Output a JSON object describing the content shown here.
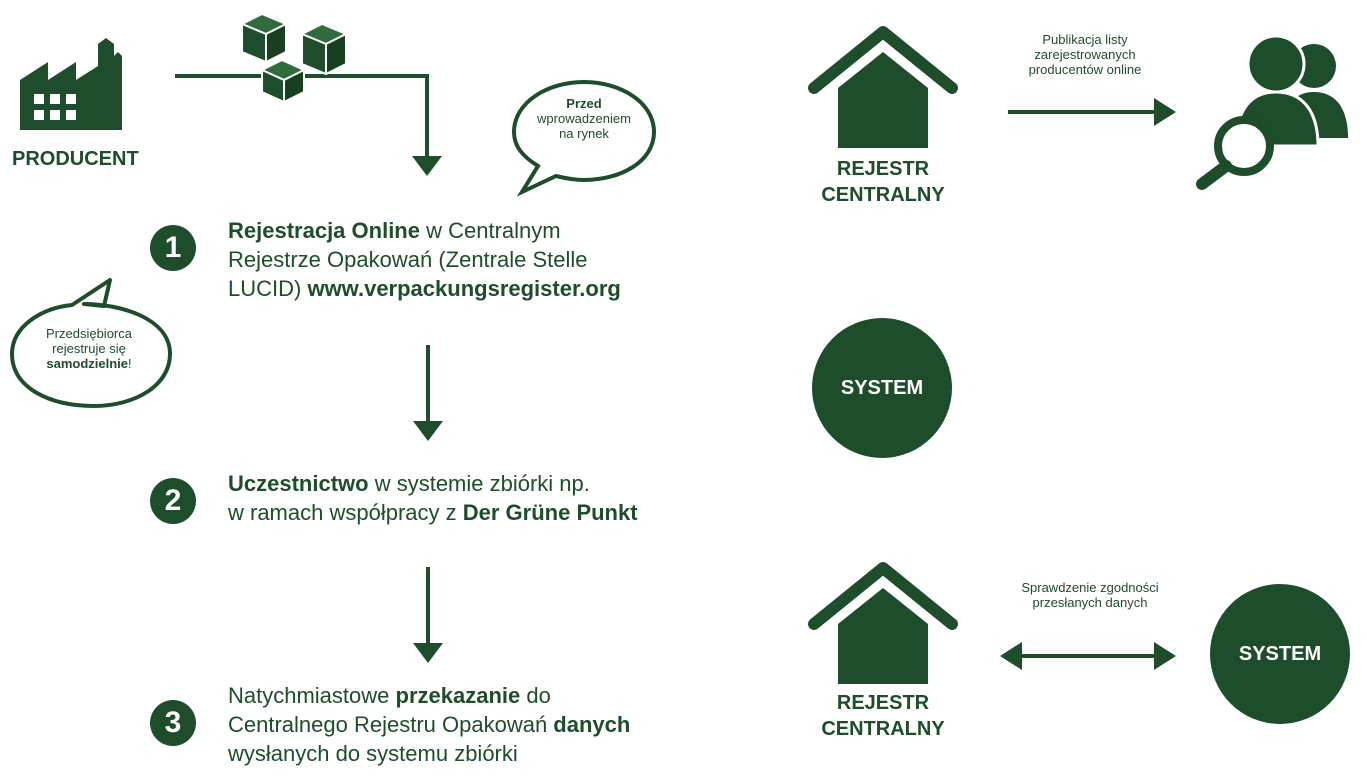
{
  "producer": {
    "label": "PRODUCENT"
  },
  "bubble_before": {
    "bold": "Przed",
    "rest1": "wprowadzeniem",
    "rest2": "na rynek"
  },
  "bubble_self": {
    "line1": "Przedsiębiorca",
    "line2": "rejestruje się",
    "bold": "samodzielnie",
    "end": "!"
  },
  "steps": [
    {
      "number": "1",
      "parts": [
        {
          "t": "Rejestracja Online",
          "b": true
        },
        {
          "t": " w Centralnym",
          "b": false
        },
        {
          "br": true
        },
        {
          "t": "Rejestrze Opakowań (Zentrale Stelle",
          "b": false
        },
        {
          "br": true
        },
        {
          "t": "LUCID) ",
          "b": false
        },
        {
          "t": "www.verpackungsregister.org",
          "b": true
        }
      ]
    },
    {
      "number": "2",
      "parts": [
        {
          "t": "Uczestnictwo",
          "b": true
        },
        {
          "t": " w systemie zbiórki np.",
          "b": false
        },
        {
          "br": true
        },
        {
          "t": "w ramach współpracy z ",
          "b": false
        },
        {
          "t": "Der Grüne Punkt",
          "b": true
        }
      ]
    },
    {
      "number": "3",
      "parts": [
        {
          "t": "Natychmiastowe ",
          "b": false
        },
        {
          "t": "przekazanie",
          "b": true
        },
        {
          "t": " do",
          "b": false
        },
        {
          "br": true
        },
        {
          "t": "Centralnego Rejestru Opakowań ",
          "b": false
        },
        {
          "t": "danych",
          "b": true
        },
        {
          "br": true
        },
        {
          "t": "wysłanych do systemu zbiórki",
          "b": false
        }
      ]
    }
  ],
  "registry_top": {
    "line1": "REJESTR",
    "line2": "CENTRALNY"
  },
  "publication": {
    "line1": "Publikacja listy",
    "line2": "zarejestrowanych",
    "line3": "producentów online"
  },
  "system_mid": {
    "label": "SYSTEM"
  },
  "registry_bottom": {
    "line1": "REJESTR",
    "line2": "CENTRALNY"
  },
  "verification": {
    "line1": "Sprawdzenie zgodności",
    "line2": "przesłanych danych"
  },
  "system_bottom": {
    "label": "SYSTEM"
  },
  "colors": {
    "primary": "#1e4d2b",
    "background": "#ffffff"
  }
}
